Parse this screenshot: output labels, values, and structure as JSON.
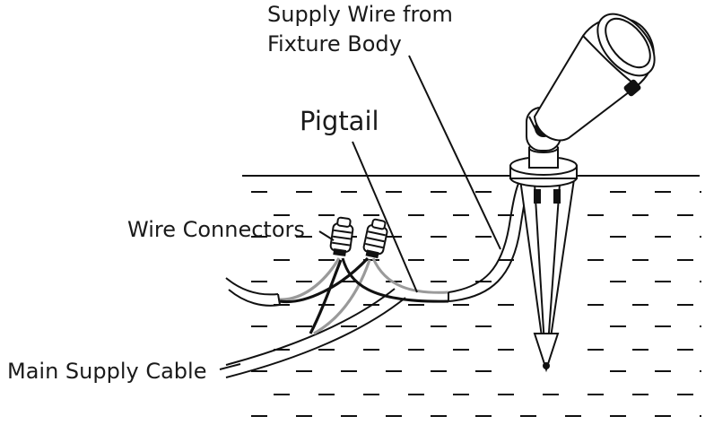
{
  "labels": {
    "supply_wire_line1": "Supply Wire from",
    "supply_wire_line2": "Fixture Body",
    "pigtail": "Pigtail",
    "wire_connectors": "Wire Connectors",
    "main_supply_cable": "Main Supply Cable"
  },
  "colors": {
    "line": "#111111",
    "wire_grey": "#9a9a9a",
    "background": "#ffffff"
  }
}
